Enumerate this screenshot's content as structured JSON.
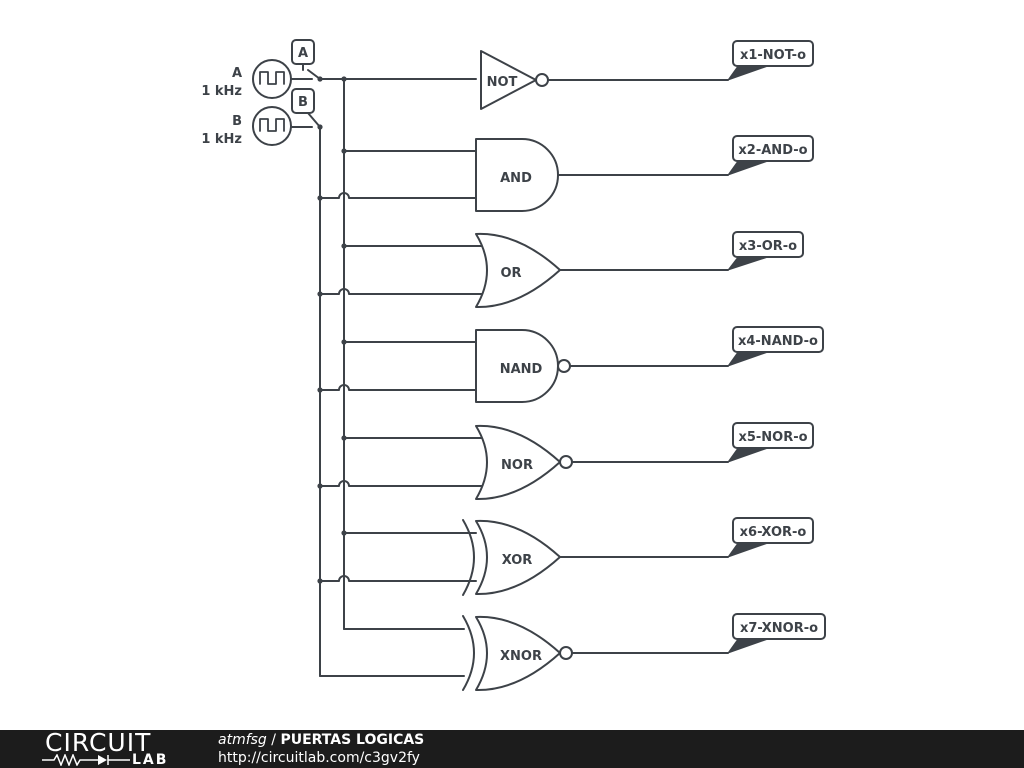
{
  "sources": [
    {
      "name": "A",
      "freq": "1 kHz",
      "label": "A"
    },
    {
      "name": "B",
      "freq": "1 kHz",
      "label": "B"
    }
  ],
  "gates": [
    {
      "type": "NOT",
      "label": "NOT",
      "output": "x1-NOT-o"
    },
    {
      "type": "AND",
      "label": "AND",
      "output": "x2-AND-o"
    },
    {
      "type": "OR",
      "label": "OR",
      "output": "x3-OR-o"
    },
    {
      "type": "NAND",
      "label": "NAND",
      "output": "x4-NAND-o"
    },
    {
      "type": "NOR",
      "label": "NOR",
      "output": "x5-NOR-o"
    },
    {
      "type": "XOR",
      "label": "XOR",
      "output": "x6-XOR-o"
    },
    {
      "type": "XNOR",
      "label": "XNOR",
      "output": "x7-XNOR-o"
    }
  ],
  "colors": {
    "stroke": "#3d4248",
    "footer_bg": "#1c1c1c",
    "footer_text": "#ffffff"
  },
  "footer": {
    "logo_top": "CIRCUIT",
    "logo_bottom": "LAB",
    "user": "atmfsg",
    "separator": " / ",
    "title": "PUERTAS LOGICAS",
    "url": "http://circuitlab.com/c3gv2fy"
  }
}
